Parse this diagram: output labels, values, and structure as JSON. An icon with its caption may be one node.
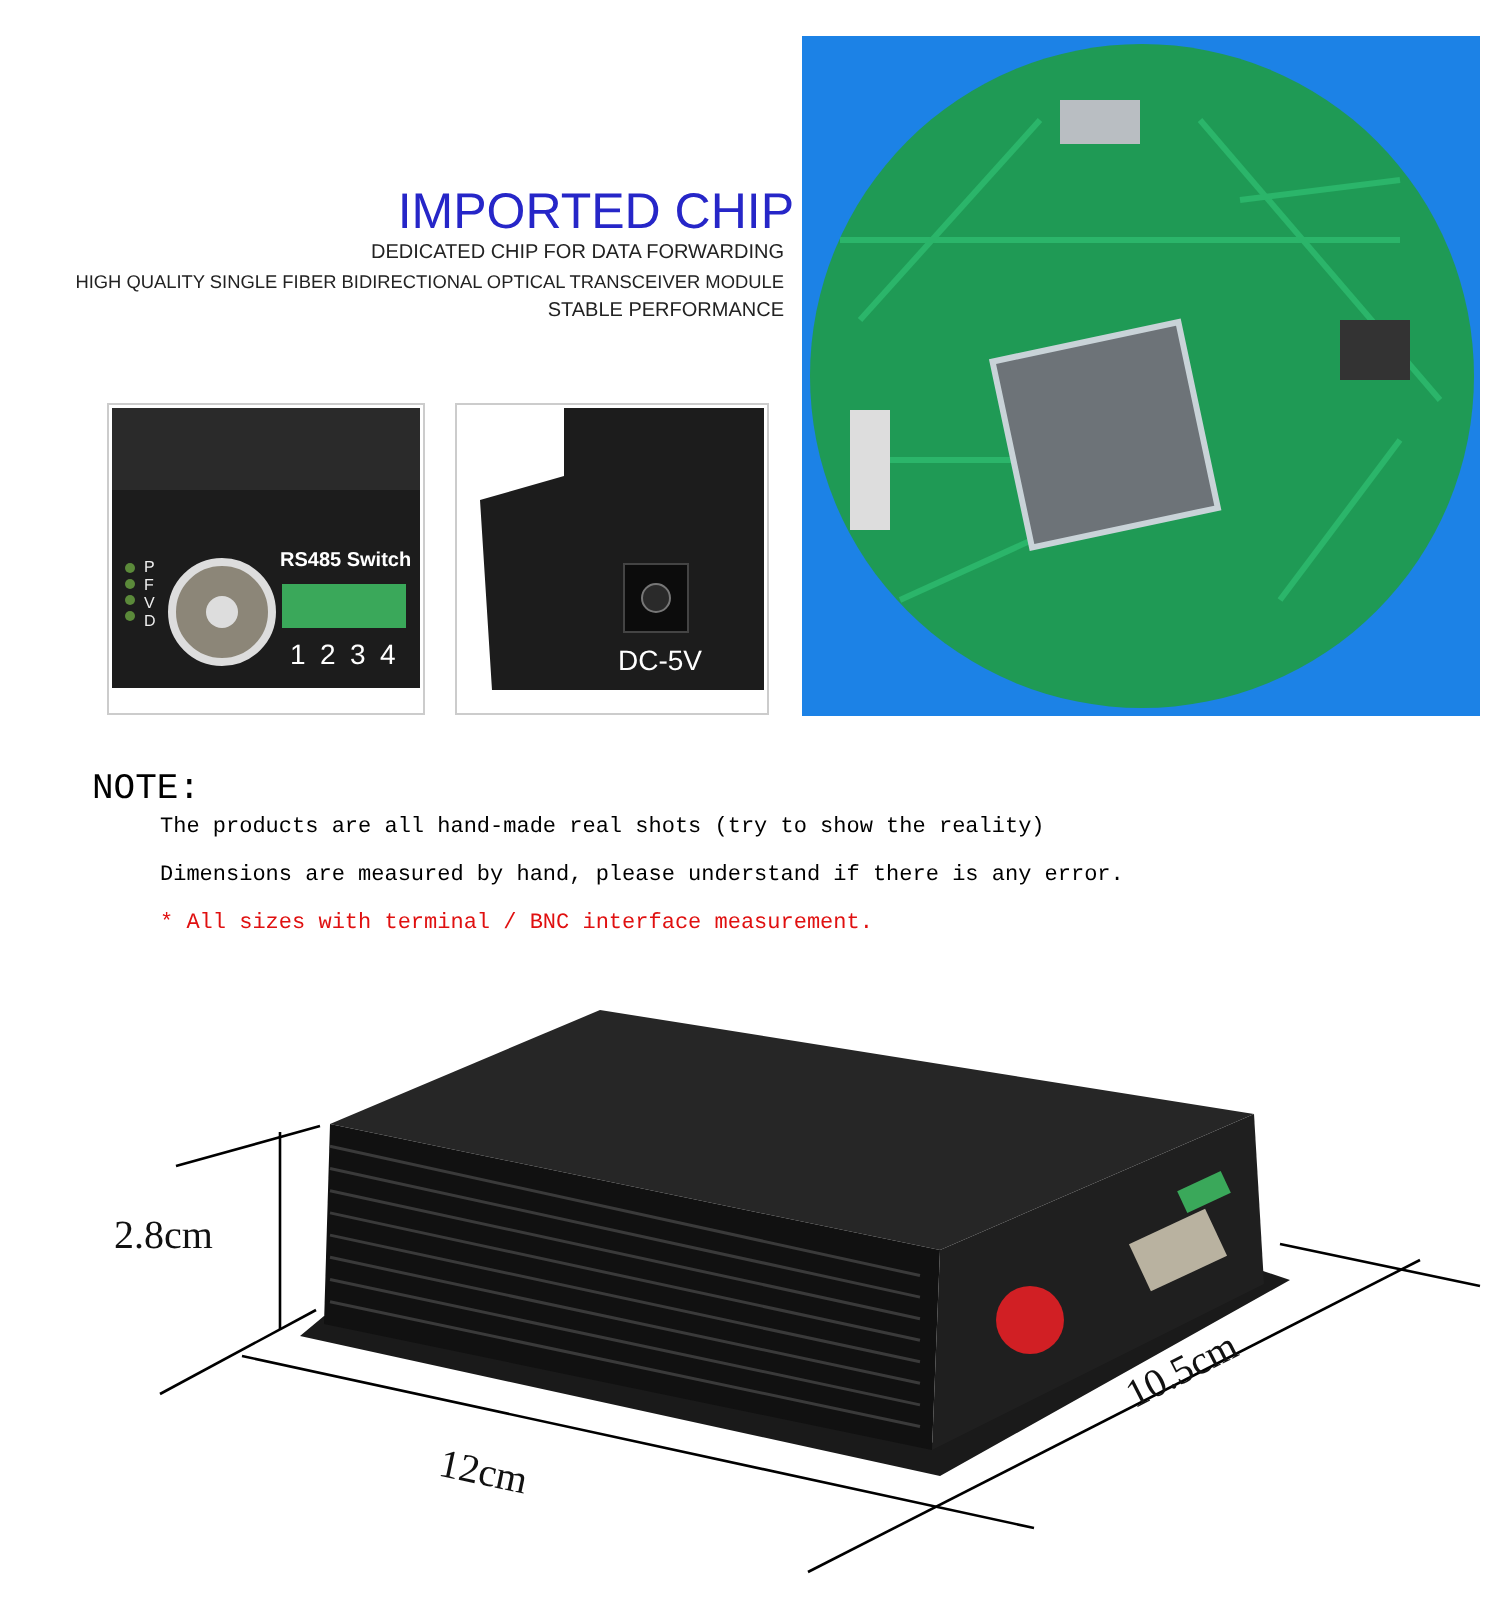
{
  "diagram": {
    "title": "IMPORTED CHIP",
    "labels": [
      "DEDICATED CHIP FOR DATA FORWARDING",
      "HIGH QUALITY SINGLE FIBER BIDIRECTIONAL OPTICAL TRANSCEIVER MODULE",
      "STABLE PERFORMANCE",
      "P",
      "F",
      "V",
      "D",
      "RS485 Switch",
      "1",
      "2",
      "3",
      "4",
      "DC-5V",
      "NOTE:",
      "The products are all hand-made real shots (try to show the reality)",
      "Dimensions are measured by hand, please understand if there is any error.",
      "* All sizes with terminal / BNC interface measurement.",
      "2.8cm",
      "12cm",
      "10.5cm"
    ]
  }
}
